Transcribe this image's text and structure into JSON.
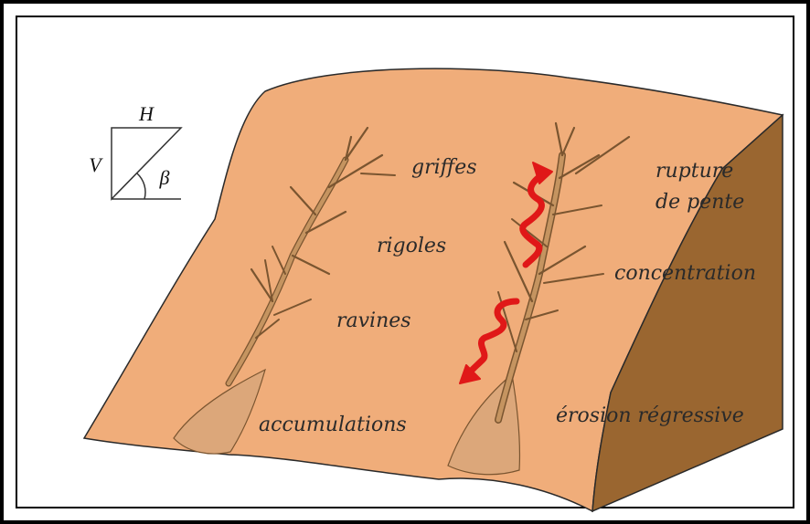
{
  "slope_key": {
    "h": "H",
    "v": "V",
    "beta": "β"
  },
  "labels": {
    "griffes": "griffes",
    "rigoles": "rigoles",
    "ravines": "ravines",
    "accumulations": "accumulations",
    "rupture_1": "rupture",
    "rupture_2": "de pente",
    "concentration": "concentration",
    "erosion": "érosion régressive"
  },
  "colors": {
    "terrain": "#f0ad7a",
    "cliff": "#9a6630",
    "channel": "#c59460",
    "channel_outline": "#7a5530",
    "deposit": "#dca77a",
    "arrow": "#e01818",
    "frame": "#000000"
  }
}
